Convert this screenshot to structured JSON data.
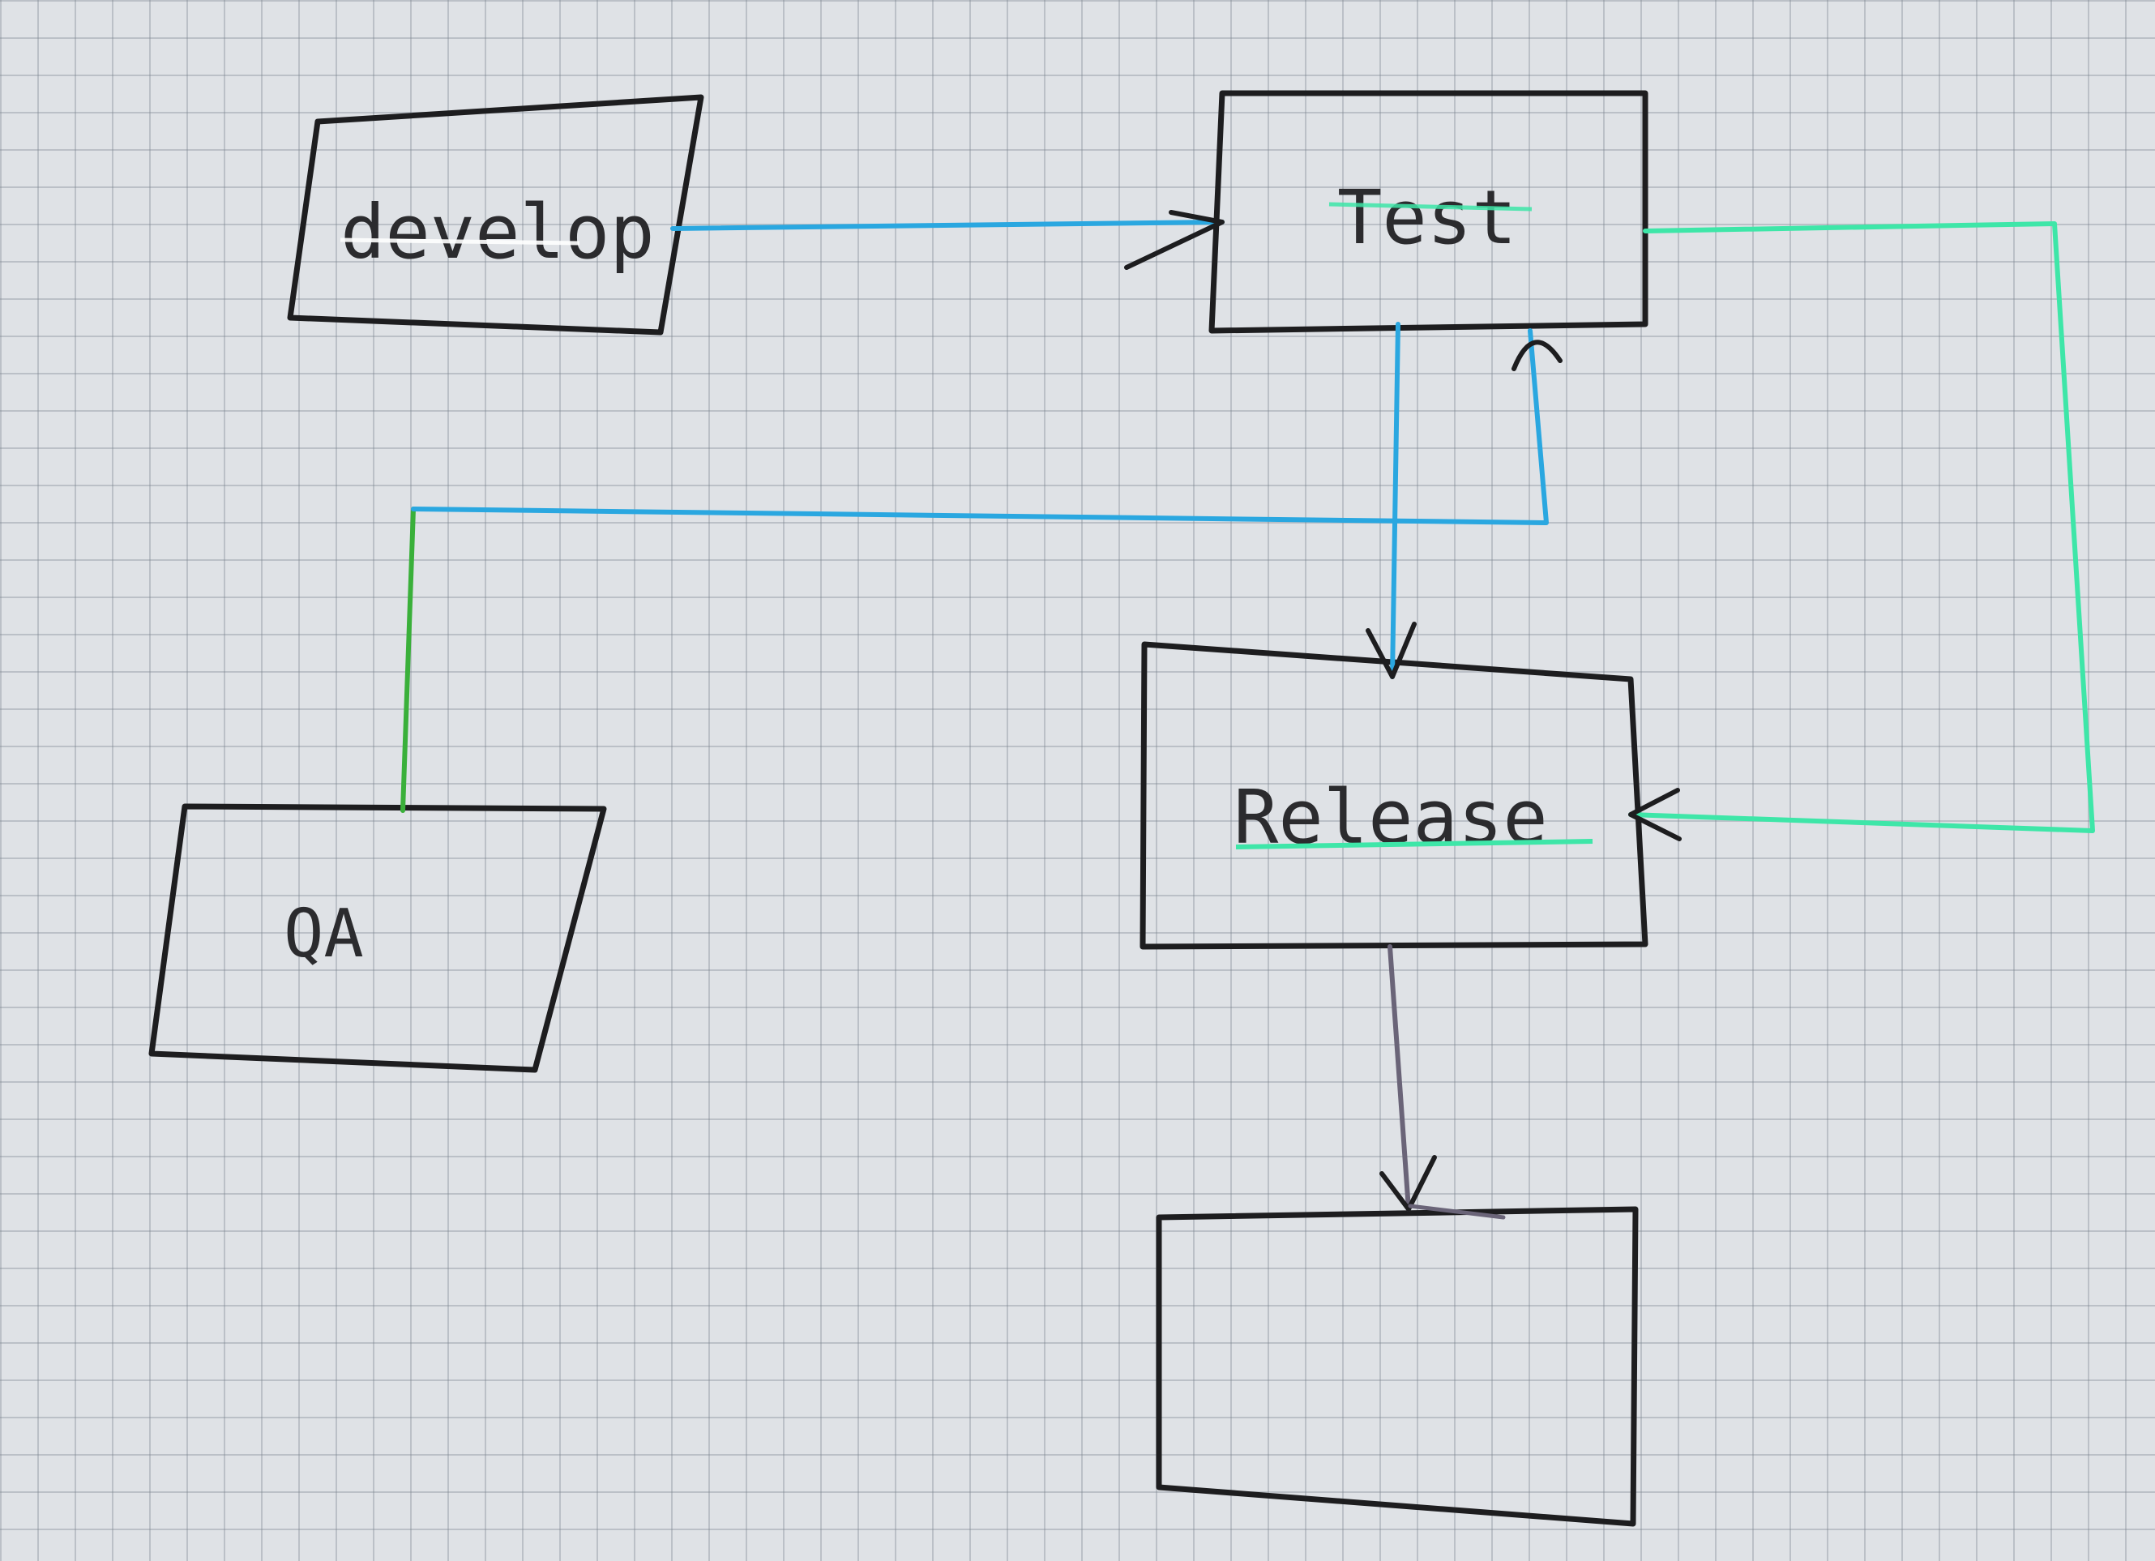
{
  "nodes": [
    {
      "id": "develop",
      "label": "develop"
    },
    {
      "id": "test",
      "label": "Test"
    },
    {
      "id": "release",
      "label": "Release"
    },
    {
      "id": "qa",
      "label": "QA"
    },
    {
      "id": "unnamed",
      "label": ""
    }
  ],
  "edges": [
    {
      "from": "develop",
      "to": "test",
      "color": "#2aa7e0"
    },
    {
      "from": "test",
      "to": "release",
      "color": "#2aa7e0"
    },
    {
      "from": "qa",
      "to": "test",
      "color": "#2aa7e0"
    },
    {
      "from": "test",
      "to": "release",
      "color": "#3ee6a8"
    },
    {
      "from": "release",
      "to": "unnamed",
      "color": "#6a6478"
    }
  ],
  "colors": {
    "paper": "#dfe2e6",
    "ink": "#1d1d1f",
    "blue": "#2aa7e0",
    "mint": "#3ee6a8",
    "green": "#3ab03a",
    "purple": "#6a6478"
  }
}
